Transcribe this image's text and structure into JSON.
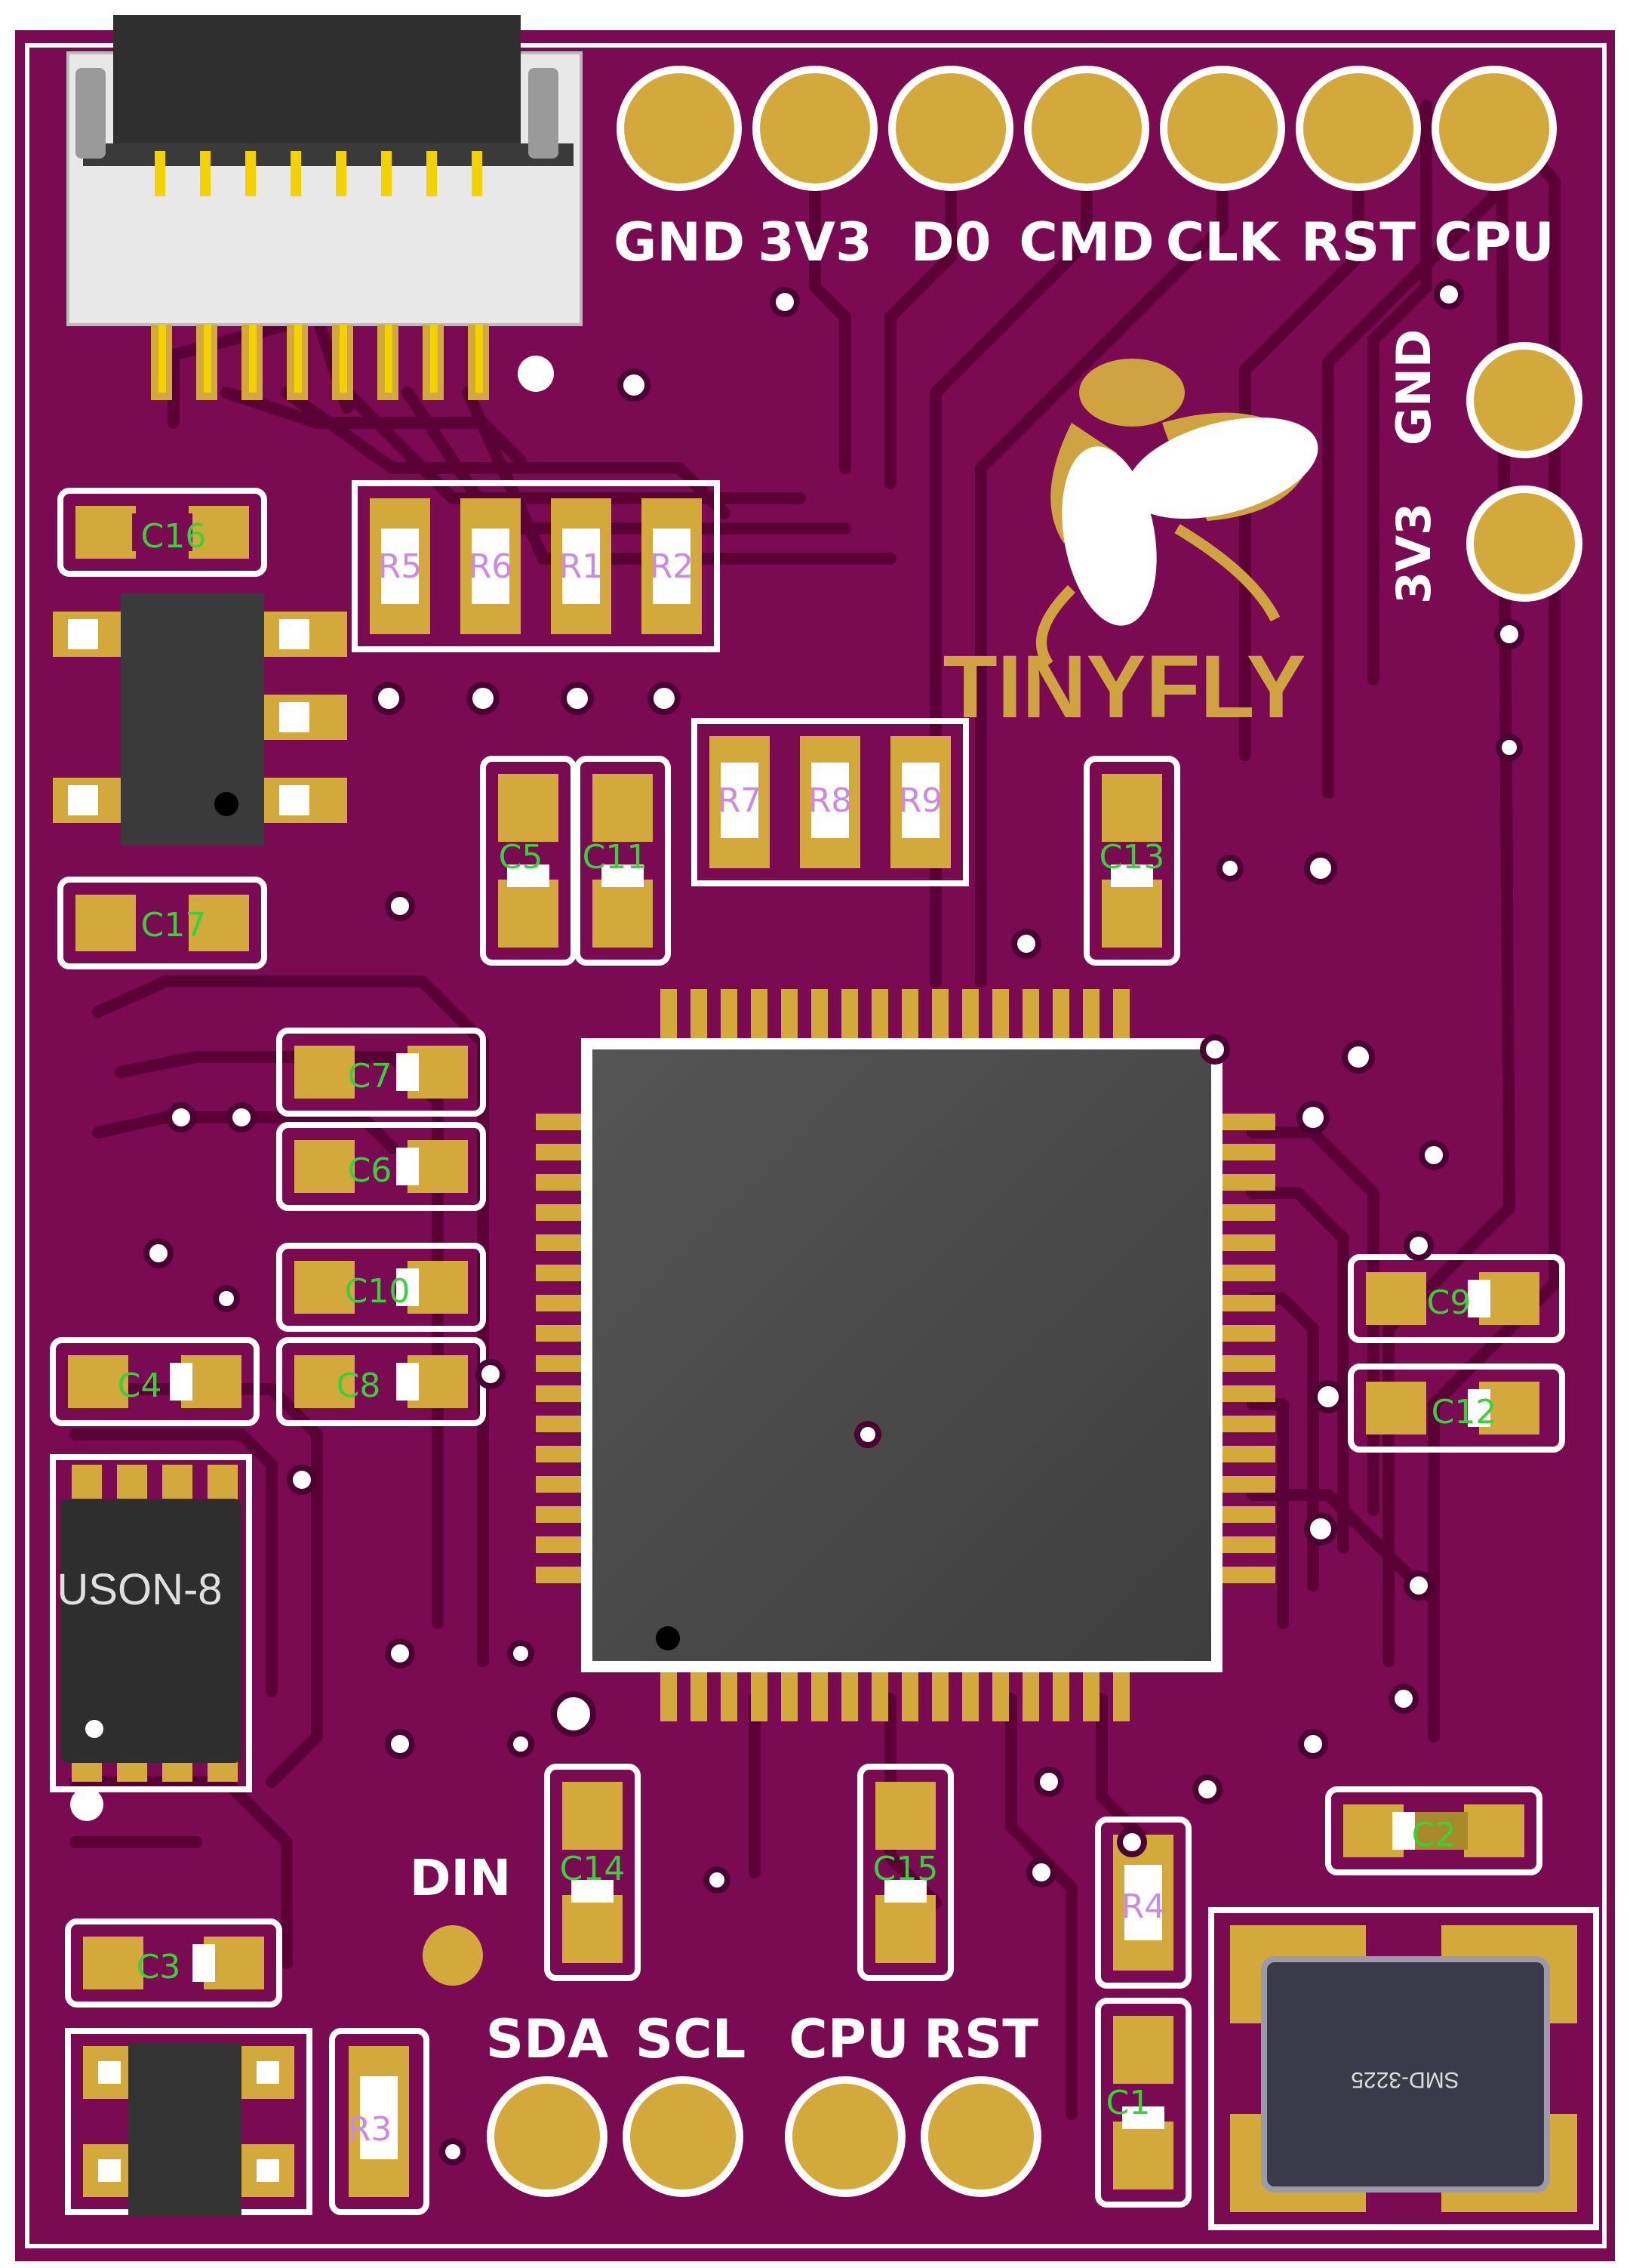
{
  "board": {
    "colors": {
      "solder_mask": "#7a0a52",
      "trace": "#5a0036",
      "pad_gold": "#d4a93c",
      "silkscreen": "#ffffff",
      "chip_body": "#4a4a4a",
      "ref_capacitor": "#39d13a",
      "ref_resistor": "#c98adf",
      "logo_gold": "#cfa340"
    },
    "logo": {
      "name": "firefly-logo-icon",
      "text": "TINYFLY"
    },
    "top_header_labels": [
      "GND",
      "3V3",
      "D0",
      "CMD",
      "CLK",
      "RST",
      "CPU"
    ],
    "side_header_labels": [
      "3V3",
      "GND"
    ],
    "bottom_header_labels": [
      "SDA",
      "SCL",
      "CPU",
      "RST"
    ],
    "din_label": "DIN",
    "flash_chip_label": "USON-8",
    "crystal_label": "SMD-3225",
    "capacitors": [
      "C16",
      "C17",
      "C5",
      "C11",
      "C13",
      "C7",
      "C6",
      "C10",
      "C8",
      "C4",
      "C9",
      "C12",
      "C14",
      "C15",
      "C2",
      "C3",
      "C1"
    ],
    "resistors": [
      "R5",
      "R6",
      "R1",
      "R2",
      "R7",
      "R8",
      "R9",
      "R4",
      "R3"
    ]
  }
}
